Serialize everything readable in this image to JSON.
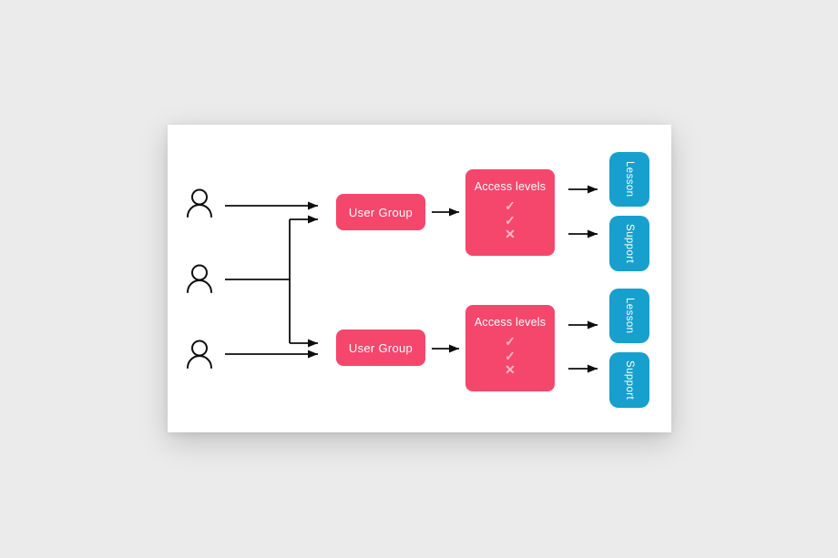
{
  "diagram": {
    "user_groups": [
      {
        "label": "User Group"
      },
      {
        "label": "User Group"
      }
    ],
    "access_levels": [
      {
        "title": "Access levels",
        "marks": [
          "✓",
          "✓",
          "✕"
        ]
      },
      {
        "title": "Access levels",
        "marks": [
          "✓",
          "✓",
          "✕"
        ]
      }
    ],
    "outputs": [
      {
        "label": "Lesson"
      },
      {
        "label": "Support"
      },
      {
        "label": "Lesson"
      },
      {
        "label": "Support"
      }
    ],
    "icons": [
      "user-icon",
      "user-icon",
      "user-icon"
    ]
  },
  "colors": {
    "background": "#ebebeb",
    "card": "#ffffff",
    "pink": "#f5476c",
    "blue": "#17a0ce",
    "line": "#0d0d0d",
    "mark": "rgba(255,255,255,0.62)"
  }
}
